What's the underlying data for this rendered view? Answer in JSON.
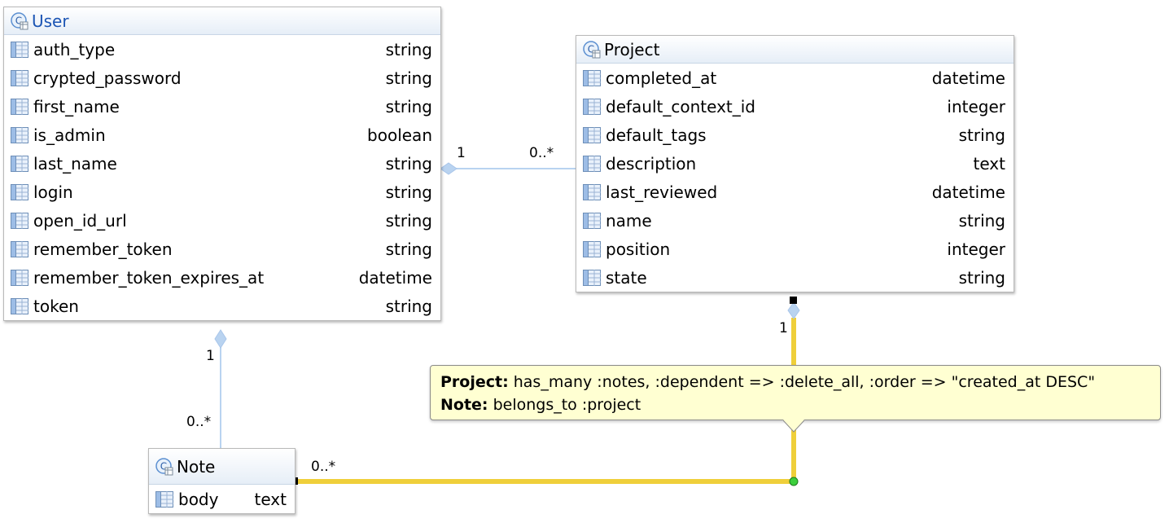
{
  "entities": {
    "user": {
      "title": "User",
      "fields": [
        {
          "name": "auth_type",
          "type": "string"
        },
        {
          "name": "crypted_password",
          "type": "string"
        },
        {
          "name": "first_name",
          "type": "string"
        },
        {
          "name": "is_admin",
          "type": "boolean"
        },
        {
          "name": "last_name",
          "type": "string"
        },
        {
          "name": "login",
          "type": "string"
        },
        {
          "name": "open_id_url",
          "type": "string"
        },
        {
          "name": "remember_token",
          "type": "string"
        },
        {
          "name": "remember_token_expires_at",
          "type": "datetime"
        },
        {
          "name": "token",
          "type": "string"
        }
      ]
    },
    "project": {
      "title": "Project",
      "fields": [
        {
          "name": "completed_at",
          "type": "datetime"
        },
        {
          "name": "default_context_id",
          "type": "integer"
        },
        {
          "name": "default_tags",
          "type": "string"
        },
        {
          "name": "description",
          "type": "text"
        },
        {
          "name": "last_reviewed",
          "type": "datetime"
        },
        {
          "name": "name",
          "type": "string"
        },
        {
          "name": "position",
          "type": "integer"
        },
        {
          "name": "state",
          "type": "string"
        }
      ]
    },
    "note": {
      "title": "Note",
      "fields": [
        {
          "name": "body",
          "type": "text"
        }
      ]
    }
  },
  "relations": {
    "user_project": {
      "source_mult": "1",
      "target_mult": "0..*"
    },
    "user_note": {
      "source_mult": "1",
      "target_mult": "0..*"
    },
    "project_note": {
      "source_mult": "1",
      "target_mult": "0..*"
    }
  },
  "tooltip": {
    "line1_label": "Project:",
    "line1_text": " has_many :notes, :dependent => :delete_all, :order => \"created_at DESC\"",
    "line2_label": "Note:",
    "line2_text": " belongs_to :project"
  },
  "colors": {
    "relation_line": "#b9d3f0",
    "selected_relation": "#efcf3a",
    "title_link": "#1c55b4",
    "tooltip_bg": "#ffffd2"
  }
}
